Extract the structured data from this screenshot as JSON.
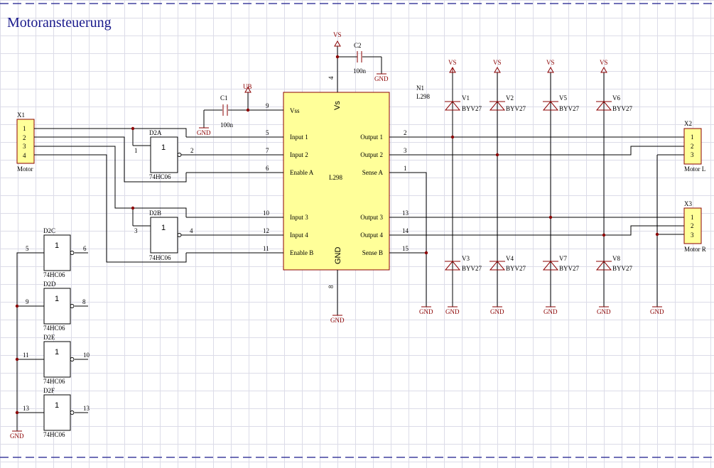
{
  "title": "Motoransteuerung",
  "colors": {
    "wire": "#000000",
    "component": "#8b0000",
    "fill": "#ffff99",
    "title": "#1a1a8c",
    "grid": "#dcdce8"
  },
  "power": {
    "vs": "VS",
    "ub": "UB",
    "gnd": "GND"
  },
  "capacitors": [
    {
      "ref": "C1",
      "value": "100n"
    },
    {
      "ref": "C2",
      "value": "100n"
    }
  ],
  "l298": {
    "ref": "N1",
    "type": "L298",
    "body_label": "L298",
    "vs_label": "Vs",
    "gnd_label": "GND",
    "left_pins": [
      {
        "name": "Vss",
        "num": "9"
      },
      {
        "name": "Input 1",
        "num": "5"
      },
      {
        "name": "Input 2",
        "num": "7"
      },
      {
        "name": "Enable A",
        "num": "6"
      },
      {
        "name": "Input 3",
        "num": "10"
      },
      {
        "name": "Input 4",
        "num": "12"
      },
      {
        "name": "Enable B",
        "num": "11"
      }
    ],
    "right_pins": [
      {
        "name": "Output 1",
        "num": "2"
      },
      {
        "name": "Output 2",
        "num": "3"
      },
      {
        "name": "Sense A",
        "num": "1"
      },
      {
        "name": "Output 3",
        "num": "13"
      },
      {
        "name": "Output 4",
        "num": "14"
      },
      {
        "name": "Sense B",
        "num": "15"
      }
    ],
    "top_pin": "4",
    "bottom_pin": "8"
  },
  "connectors": [
    {
      "ref": "X1",
      "name": "Motor",
      "pins": [
        "1",
        "2",
        "3",
        "4"
      ]
    },
    {
      "ref": "X2",
      "name": "Motor L",
      "pins": [
        "1",
        "2",
        "3"
      ]
    },
    {
      "ref": "X3",
      "name": "Motor R",
      "pins": [
        "1",
        "2",
        "3"
      ]
    }
  ],
  "gates": [
    {
      "ref": "D2A",
      "type": "74HC06",
      "sym": "1",
      "in": "1",
      "out": "2"
    },
    {
      "ref": "D2B",
      "type": "74HC06",
      "sym": "1",
      "in": "3",
      "out": "4"
    },
    {
      "ref": "D2C",
      "type": "74HC06",
      "sym": "1",
      "in": "5",
      "out": "6"
    },
    {
      "ref": "D2D",
      "type": "74HC06",
      "sym": "1",
      "in": "9",
      "out": "8"
    },
    {
      "ref": "D2E",
      "type": "74HC06",
      "sym": "1",
      "in": "11",
      "out": "10"
    },
    {
      "ref": "D2F",
      "type": "74HC06",
      "sym": "1",
      "in": "13",
      "out": "13"
    }
  ],
  "diodes": [
    {
      "ref": "V1",
      "type": "BYV27"
    },
    {
      "ref": "V2",
      "type": "BYV27"
    },
    {
      "ref": "V5",
      "type": "BYV27"
    },
    {
      "ref": "V6",
      "type": "BYV27"
    },
    {
      "ref": "V3",
      "type": "BYV27"
    },
    {
      "ref": "V4",
      "type": "BYV27"
    },
    {
      "ref": "V7",
      "type": "BYV27"
    },
    {
      "ref": "V8",
      "type": "BYV27"
    }
  ]
}
